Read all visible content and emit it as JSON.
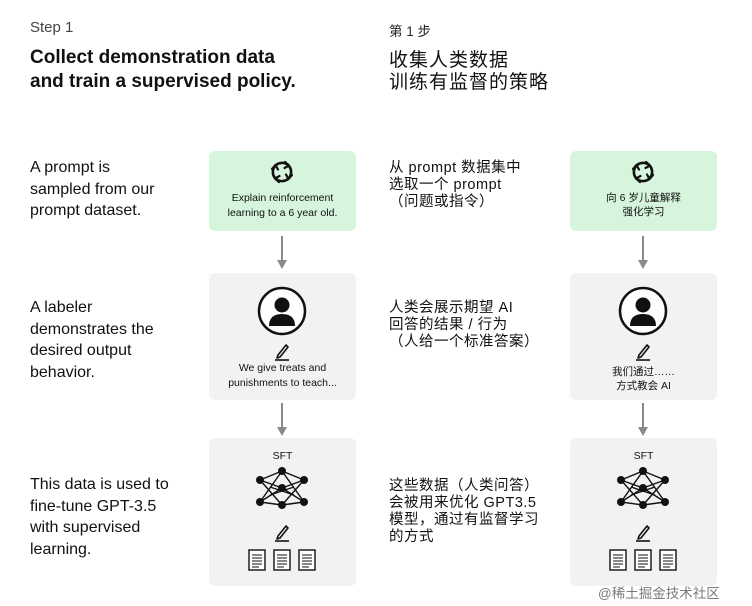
{
  "left": {
    "step_label": "Step 1",
    "title_line1": "Collect demonstration data",
    "title_line2": "and train a supervised policy.",
    "desc1": [
      "A prompt is",
      "sampled from our",
      "prompt dataset."
    ],
    "desc2": [
      "A labeler",
      "demonstrates the",
      "desired output",
      "behavior."
    ],
    "desc3": [
      "This data is used to",
      "fine-tune GPT-3.5",
      "with supervised",
      "learning."
    ],
    "card1_text": [
      "Explain reinforcement",
      "learning to a 6 year old."
    ],
    "card2_text": [
      "We give treats and",
      "punishments to teach..."
    ],
    "card3_label": "SFT"
  },
  "right": {
    "step_label": "第 1 步",
    "title_line1": "收集人类数据",
    "title_line2": "训练有监督的策略",
    "desc1": [
      "从 prompt 数据集中",
      "选取一个 prompt",
      "（问题或指令）"
    ],
    "desc2": [
      "人类会展示期望 AI",
      "回答的结果 / 行为",
      "（人给一个标准答案）"
    ],
    "desc3": [
      "这些数据（人类问答）",
      "会被用来优化 GPT3.5",
      "模型，通过有监督学习",
      "的方式"
    ],
    "card1_text": [
      "向 6 岁儿童解释",
      "强化学习"
    ],
    "card2_text": [
      "我们通过……",
      "方式教会 AI"
    ],
    "card3_label": "SFT"
  },
  "watermark": "@稀土掘金技术社区",
  "colors": {
    "green_card": "#d6f5dc",
    "grey_card": "#f2f2f1",
    "arrow": "#8a8a8a"
  },
  "icons": [
    "recycle-icon",
    "person-icon",
    "pencil-icon",
    "neural-network-icon",
    "document-icon"
  ]
}
